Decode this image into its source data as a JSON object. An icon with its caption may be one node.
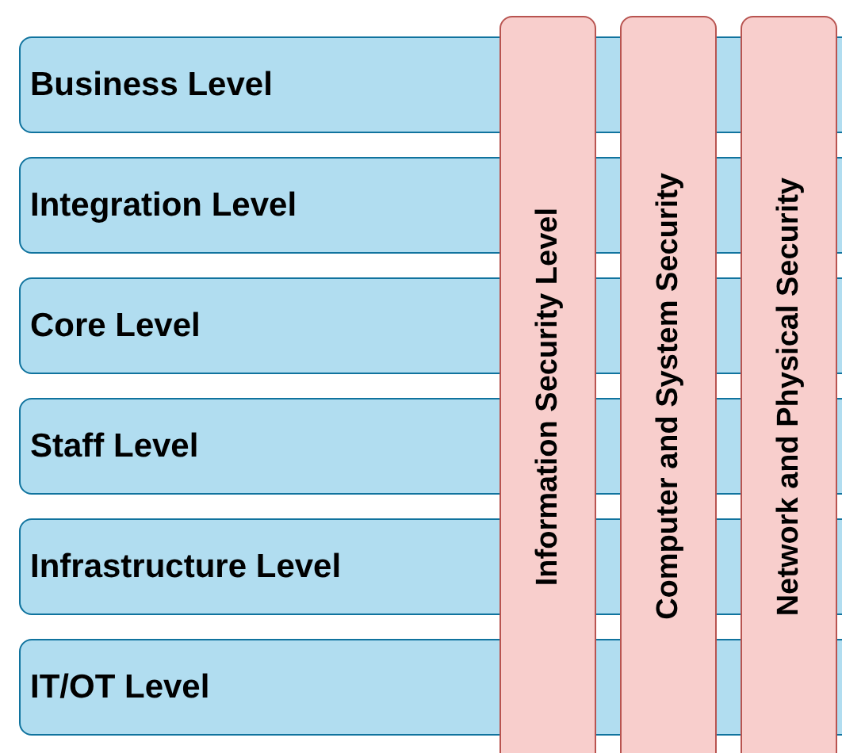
{
  "diagram": {
    "nodes": [
      {
        "text": [
          "Business Level"
        ]
      },
      {
        "text": [
          "Integration Level"
        ]
      },
      {
        "text": [
          "Core Level"
        ]
      },
      {
        "text": [
          "Staff Level"
        ]
      },
      {
        "text": [
          "Infrastructure Level"
        ]
      },
      {
        "text": [
          "IT/OT Level"
        ]
      },
      {
        "text": [
          "Information Security Level"
        ]
      },
      {
        "text": [
          "Computer and System Security"
        ]
      },
      {
        "text": [
          "Network and Physical Security"
        ]
      }
    ]
  }
}
